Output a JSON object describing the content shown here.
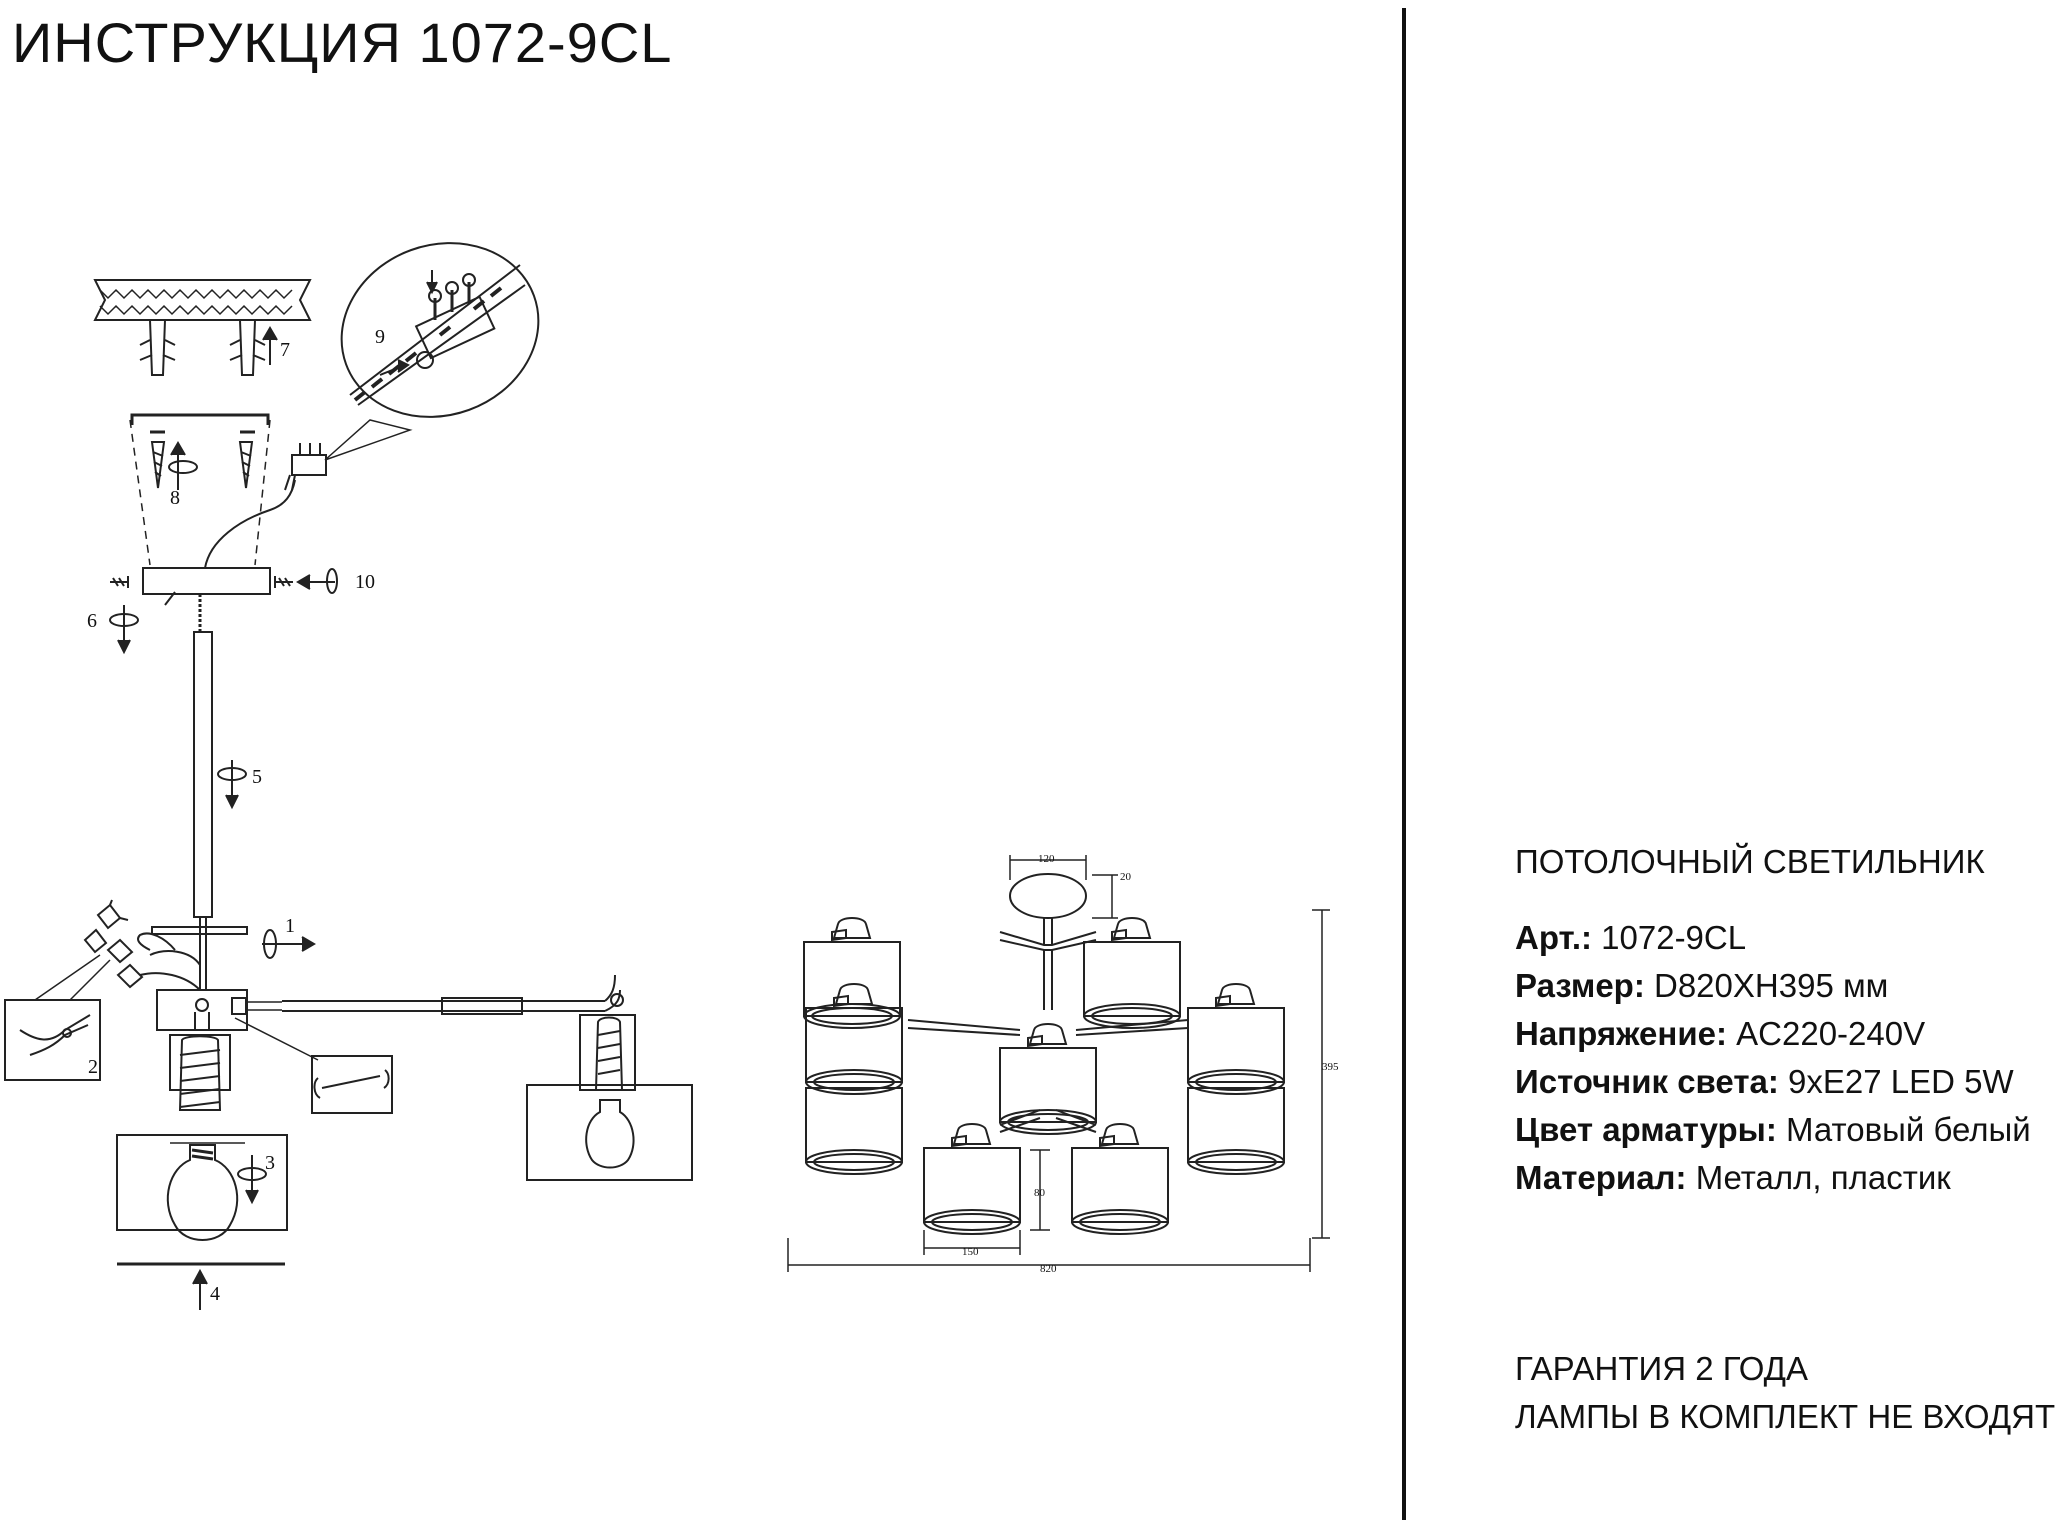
{
  "header": {
    "title": "ИНСТРУКЦИЯ 1072-9CL"
  },
  "install_steps": [
    "1",
    "2",
    "3",
    "4",
    "5",
    "6",
    "7",
    "8",
    "9",
    "10"
  ],
  "dimensions": {
    "base_width": "120",
    "base_height": "20",
    "shade_height": "80",
    "shade_width": "150",
    "total_width": "820",
    "total_height": "395"
  },
  "product": {
    "type": "ПОТОЛОЧНЫЙ СВЕТИЛЬНИК",
    "specs": [
      {
        "label": "Арт.:",
        "value": "1072-9CL"
      },
      {
        "label": "Размер:",
        "value": "D820XH395 мм"
      },
      {
        "label": "Напряжение:",
        "value": "AC220-240V"
      },
      {
        "label": "Источник света:",
        "value": "9хE27 LED 5W"
      },
      {
        "label": "Цвет арматуры:",
        "value": "Матовый белый"
      },
      {
        "label": "Материал:",
        "value": "Металл, пластик"
      }
    ]
  },
  "notes": [
    "ГАРАНТИЯ 2 ГОДА",
    "ЛАМПЫ В КОМПЛЕКТ НЕ ВХОДЯТ"
  ]
}
